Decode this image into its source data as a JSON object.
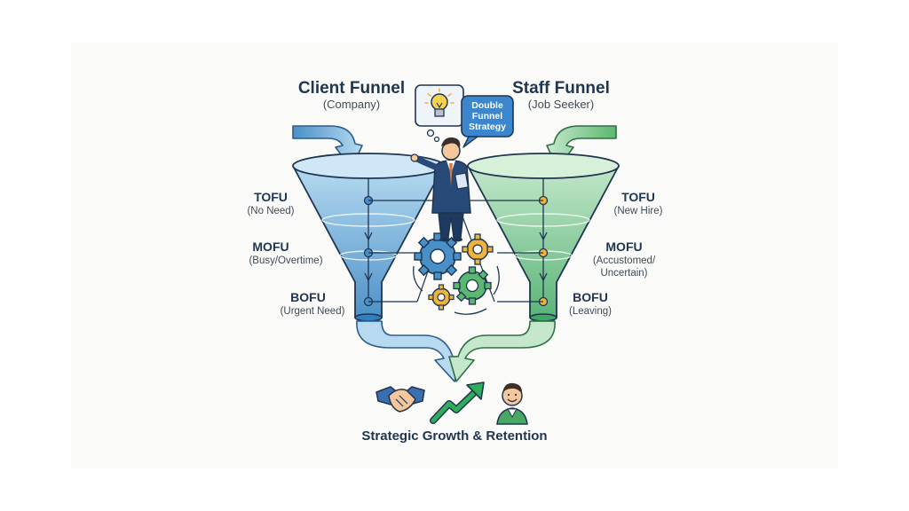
{
  "client": {
    "title": "Client Funnel",
    "subtitle": "(Company)",
    "stages": [
      {
        "name": "TOFU",
        "desc": "(No Need)"
      },
      {
        "name": "MOFU",
        "desc": "(Busy/Overtime)"
      },
      {
        "name": "BOFU",
        "desc": "(Urgent Need)"
      }
    ],
    "color": "#4a90c8"
  },
  "staff": {
    "title": "Staff Funnel",
    "subtitle": "(Job Seeker)",
    "stages": [
      {
        "name": "TOFU",
        "desc": "(New Hire)"
      },
      {
        "name": "MOFU",
        "desc_line1": "(Accustomed/",
        "desc_line2": "Uncertain)"
      },
      {
        "name": "BOFU",
        "desc": "(Leaving)"
      }
    ],
    "color": "#5cb870"
  },
  "speech_bubble": {
    "line1": "Double",
    "line2": "Funnel",
    "line3": "Strategy"
  },
  "icons": [
    "lightbulb-icon",
    "businessman-icon",
    "gears-icon",
    "handshake-icon",
    "growth-arrow-icon",
    "happy-employee-icon"
  ],
  "footer": "Strategic Growth & Retention",
  "colors": {
    "navy": "#1f3550",
    "blue": "#4a90c8",
    "green": "#5cb870",
    "gear_orange": "#f0b43c"
  }
}
